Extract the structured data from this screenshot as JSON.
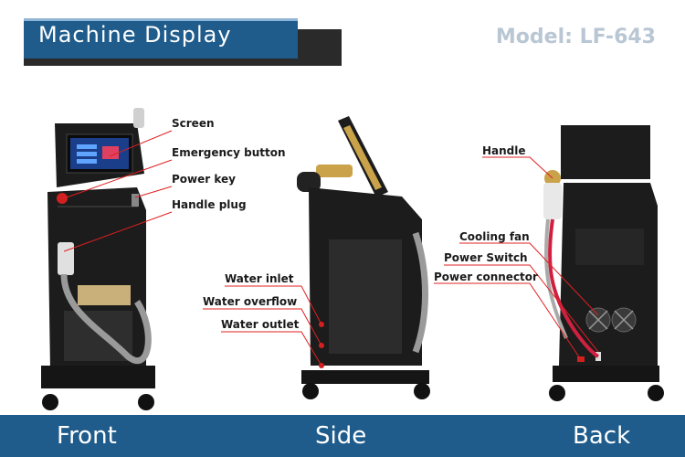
{
  "header": {
    "title": "Machine Display",
    "model": "Model: LF-643"
  },
  "views": {
    "front": "Front",
    "side": "Side",
    "back": "Back"
  },
  "callouts": {
    "front": [
      "Screen",
      "Emergency button",
      "Power key",
      "Handle plug"
    ],
    "side": [
      "Water inlet",
      "Water overflow",
      "Water outlet"
    ],
    "back": [
      "Handle",
      "Cooling fan",
      "Power Switch",
      "Power connector"
    ]
  },
  "colors": {
    "banner": "#1f5c8c",
    "callout_line": "#e02020",
    "machine_body": "#1c1c1c",
    "handle_accent": "#c9a24a"
  }
}
